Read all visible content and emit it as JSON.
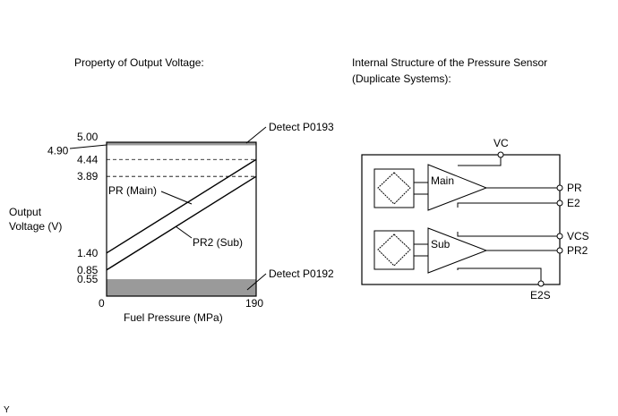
{
  "left_title": "Property of Output Voltage:",
  "right_title_line1": "Internal Structure of the Pressure Sensor",
  "right_title_line2": "(Duplicate Systems):",
  "corner_mark": "Y",
  "chart_data": {
    "type": "line",
    "xlabel": "Fuel Pressure (MPa)",
    "ylabel_line1": "Output",
    "ylabel_line2": "Voltage (V)",
    "xlim": [
      0,
      190
    ],
    "ylim": [
      0,
      5.0
    ],
    "x_ticks": [
      "0",
      "190"
    ],
    "y_ticks": [
      {
        "value": 5.0,
        "label": "5.00"
      },
      {
        "value": 4.9,
        "label": "4.90"
      },
      {
        "value": 4.44,
        "label": "4.44"
      },
      {
        "value": 3.89,
        "label": "3.89"
      },
      {
        "value": 1.4,
        "label": "1.40"
      },
      {
        "value": 0.85,
        "label": "0.85"
      },
      {
        "value": 0.55,
        "label": "0.55"
      }
    ],
    "dashed_levels": [
      4.44,
      3.89
    ],
    "bands": [
      {
        "from": 4.9,
        "to": 5.0,
        "label": "Detect P0193",
        "color": "#9a9a9a"
      },
      {
        "from": 0,
        "to": 0.55,
        "label": "Detect P0192",
        "color": "#9a9a9a"
      }
    ],
    "series": [
      {
        "name": "PR (Main)",
        "x": [
          0,
          190
        ],
        "y": [
          1.4,
          4.44
        ]
      },
      {
        "name": "PR2 (Sub)",
        "x": [
          0,
          190
        ],
        "y": [
          0.85,
          3.89
        ]
      }
    ]
  },
  "diagram": {
    "top_terminal": "VC",
    "amp_main": "Main",
    "amp_sub": "Sub",
    "out_pr": "PR",
    "out_e2": "E2",
    "out_vcs": "VCS",
    "out_pr2": "PR2",
    "bottom_terminal": "E2S"
  }
}
